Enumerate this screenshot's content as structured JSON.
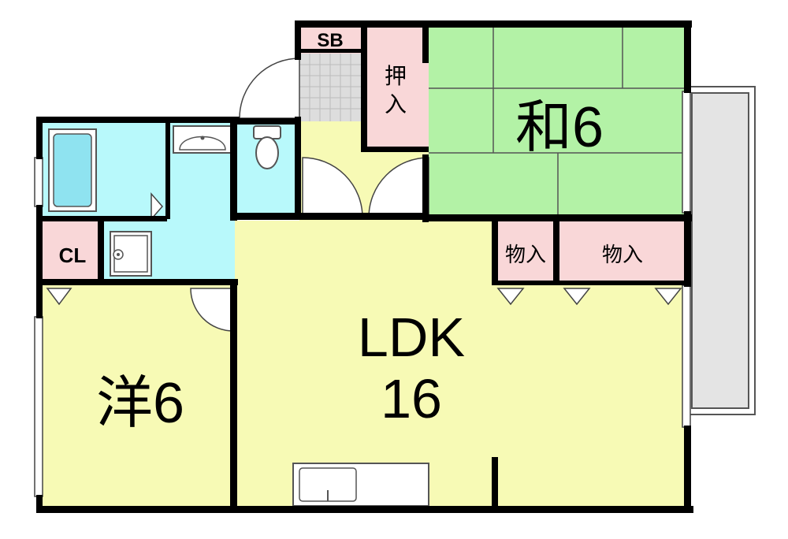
{
  "floorplan": {
    "rooms": {
      "japanese_room": {
        "name": "和",
        "size": "6"
      },
      "western_room": {
        "name": "洋",
        "size": "6"
      },
      "ldk": {
        "name": "LDK",
        "size": "16"
      }
    },
    "storage": {
      "sb": "SB",
      "oshiire": [
        "押",
        "入"
      ],
      "monoire_1": "物入",
      "monoire_2": "物入",
      "closet": "CL"
    },
    "colors": {
      "tatami": "#b3f2a6",
      "western": "#f7fab5",
      "water": "#b8f9fb",
      "storage": "#f9d7d8",
      "entrance_tile": "#dddddd",
      "balcony": "#e4e4e4",
      "wall": "#000000"
    }
  }
}
